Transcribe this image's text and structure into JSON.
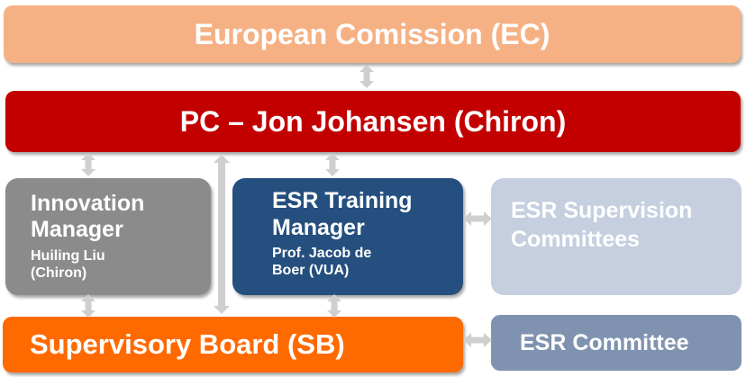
{
  "colors": {
    "ec": "#f5b184",
    "pc": "#c20000",
    "innovation": "#8b8b8b",
    "training": "#254f7e",
    "supervision": "#c5cfdf",
    "supervisory_board": "#ff6a00",
    "esr_committee": "#7f93b0",
    "arrow": "#cfcfcf"
  },
  "nodes": {
    "ec": "European Comission (EC)",
    "pc": "PC – Jon Johansen (Chiron)",
    "innovation_manager": {
      "title_line1": "Innovation",
      "title_line2": "Manager",
      "sub_line1": "Huiling Liu",
      "sub_line2": "(Chiron)"
    },
    "training_manager": {
      "title_line1": "ESR Training",
      "title_line2": "Manager",
      "sub_line1": "Prof. Jacob de",
      "sub_line2": "Boer (VUA)"
    },
    "supervision_committees": {
      "line1": "ESR Supervision",
      "line2": "Committees"
    },
    "supervisory_board": "Supervisory Board (SB)",
    "esr_committee": "ESR Committee"
  }
}
